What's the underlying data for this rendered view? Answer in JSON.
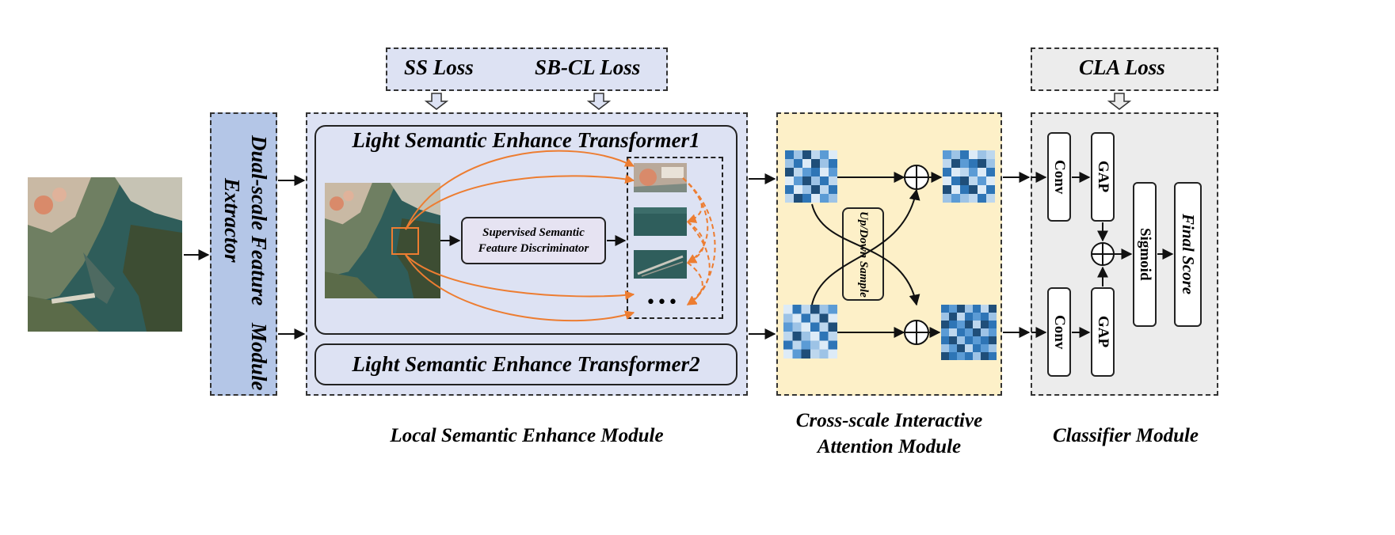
{
  "losses": {
    "ss": "SS Loss",
    "sbcl": "SB-CL Loss",
    "cla": "CLA Loss"
  },
  "feature_extractor": {
    "label_line1": "Dual-scale Feature Extractor",
    "label_line2": "Module"
  },
  "lse_module": {
    "transformer1": "Light Semantic Enhance Transformer1",
    "transformer2": "Light Semantic Enhance Transformer2",
    "discriminator_line1": "Supervised Semantic",
    "discriminator_line2": "Feature Discriminator",
    "ellipsis": "•••",
    "caption": "Local Semantic Enhance Module"
  },
  "cia_module": {
    "updown_line1": "Up/Down",
    "updown_line2": "Sample",
    "caption_line1": "Cross-scale Interactive",
    "caption_line2": "Attention Module"
  },
  "classifier_module": {
    "conv_top": "Conv",
    "conv_bottom": "Conv",
    "gap_top": "GAP",
    "gap_bottom": "GAP",
    "sigmoid": "Sigmoid",
    "final_score": "Final Score",
    "caption": "Classifier Module"
  },
  "colors": {
    "lse_bg": "#dde2f3",
    "feature_extractor_bg": "#b4c6e7",
    "cia_bg": "#fdf0c8",
    "classifier_bg": "#ececec",
    "orange_arrows": "#ed7d31",
    "heatmap_blue": "#2e75b6"
  }
}
